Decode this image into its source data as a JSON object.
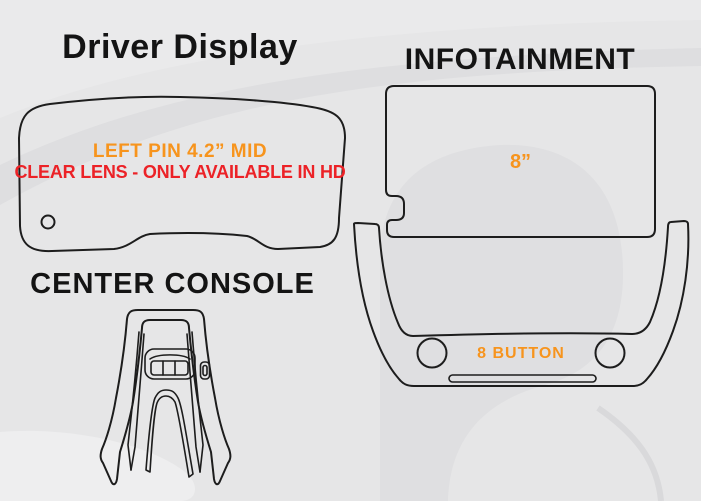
{
  "colors": {
    "accent_orange": "#f7941d",
    "alert_red": "#ec2227",
    "title_black": "#141414",
    "line_dark": "#1d1d1d",
    "background_gray": "#e6e6e7"
  },
  "driver_display": {
    "title": "Driver Display",
    "callout_line1": "LEFT PIN 4.2” MID",
    "callout_line2": "CLEAR LENS - ONLY AVAILABLE IN HD"
  },
  "infotainment": {
    "title": "INFOTAINMENT",
    "screen_size_label": "8”",
    "bezel_label": "8 BUTTON"
  },
  "center_console": {
    "title": "CENTER CONSOLE"
  }
}
